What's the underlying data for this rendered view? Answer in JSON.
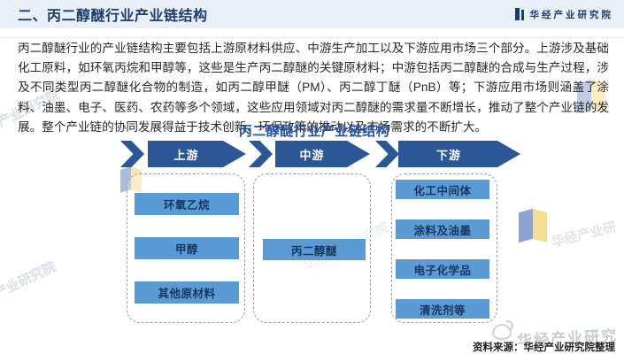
{
  "header": {
    "title": "二、丙二醇醚行业产业链结构",
    "brand": "华经产业研究院"
  },
  "paragraph": "丙二醇醚行业的产业链结构主要包括上游原材料供应、中游生产加工以及下游应用市场三个部分。上游涉及基础化工原料，如环氧丙烷和甲醇等，这些是生产丙二醇醚的关键原材料；中游包括丙二醇醚的合成与生产过程，涉及不同类型丙二醇醚化合物的制造，如丙二醇甲醚（PM）、丙二醇丁醚（PnB）等；下游应用市场则涵盖了涂料、油墨、电子、医药、农药等多个领域，这些应用领域对丙二醇醚的需求量不断增长，推动了整个产业链的发展。整个产业链的协同发展得益于技术创新、环保政策的推动以及市场需求的不断扩大。",
  "diagram": {
    "title": "丙二醇醚行业产业链结构",
    "stages": [
      {
        "label": "上游",
        "items": [
          "环氧乙烷",
          "甲醇",
          "其他原材料"
        ]
      },
      {
        "label": "中游",
        "items": [
          "丙二醇醚"
        ]
      },
      {
        "label": "下游",
        "items": [
          "化工中间体",
          "涂料及油墨",
          "电子化学品",
          "清洗剂等"
        ]
      }
    ],
    "colors": {
      "band": "#2B5797",
      "box": "#5B9BD5",
      "title_blue": "#2553A5",
      "header_bg": "#E9EFF7",
      "navy_text": "#1C3D6E"
    }
  },
  "footer": {
    "source": "资料来源：华经产业研究院整理"
  },
  "watermarks": {
    "full": "华经产业研究院",
    "partial": "华经产业研",
    "bottom": "华经产业研究"
  }
}
